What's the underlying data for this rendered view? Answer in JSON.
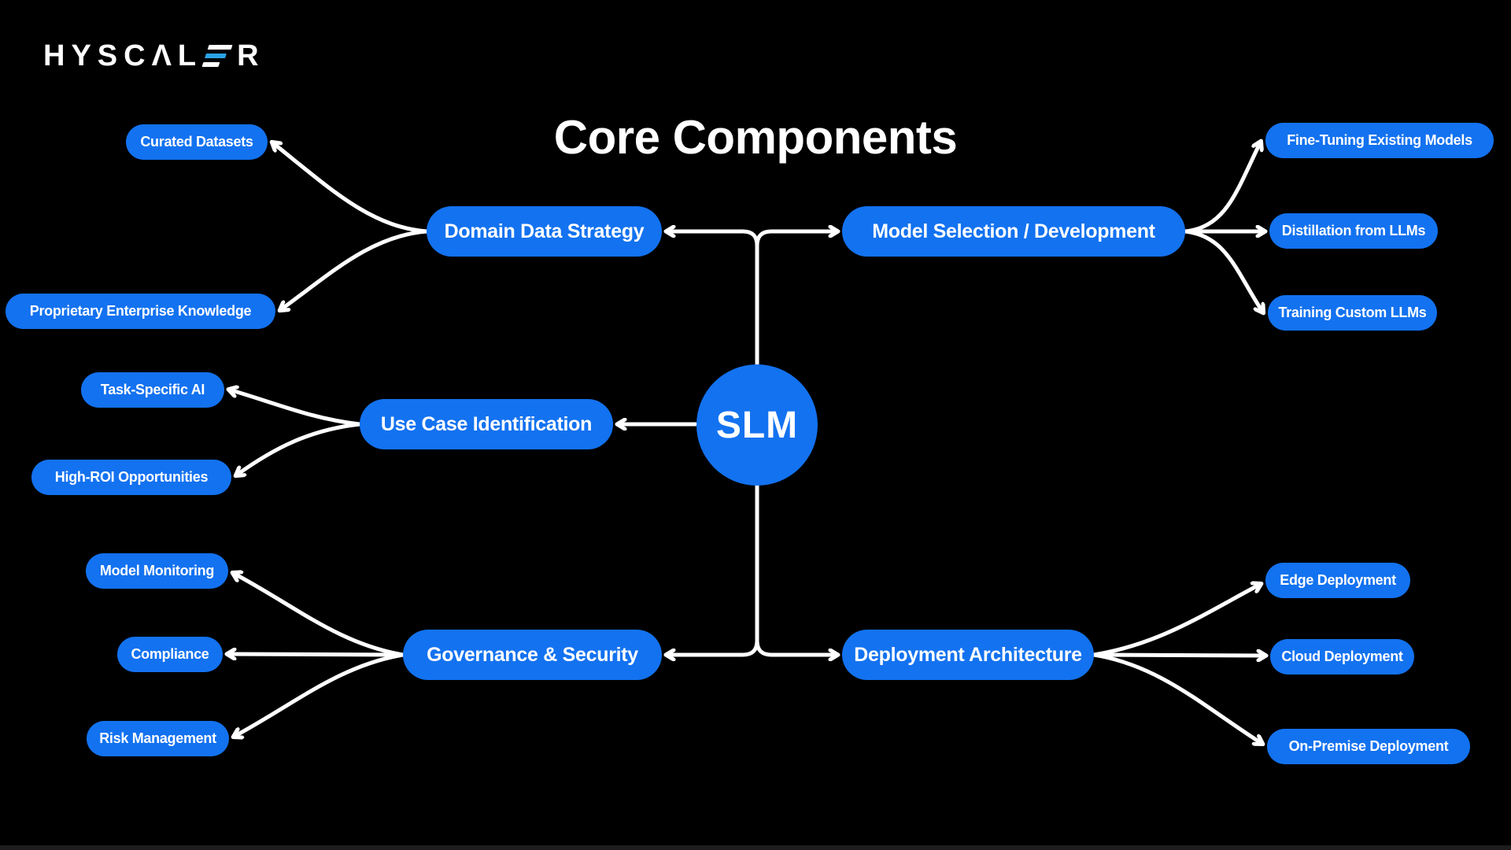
{
  "header": {
    "logo_text": "HYSCΛL",
    "logo_suffix": "R",
    "title": "Core Components"
  },
  "colors": {
    "background": "#000000",
    "node_blue": "#1372f0",
    "connector_white": "#ffffff",
    "logo_accent_cyan": "#2aa3e6",
    "text_white": "#ffffff"
  },
  "center": {
    "label": "SLM"
  },
  "branches": [
    {
      "label": "Domain Data Strategy",
      "children": [
        "Curated Datasets",
        "Proprietary Enterprise Knowledge"
      ]
    },
    {
      "label": "Model Selection / Development",
      "children": [
        "Fine-Tuning Existing Models",
        "Distillation from LLMs",
        "Training Custom LLMs"
      ]
    },
    {
      "label": "Use Case Identification",
      "children": [
        "Task-Specific AI",
        "High-ROI Opportunities"
      ]
    },
    {
      "label": "Governance & Security",
      "children": [
        "Model Monitoring",
        "Compliance",
        "Risk Management"
      ]
    },
    {
      "label": "Deployment Architecture",
      "children": [
        "Edge Deployment",
        "Cloud Deployment",
        "On-Premise Deployment"
      ]
    }
  ]
}
